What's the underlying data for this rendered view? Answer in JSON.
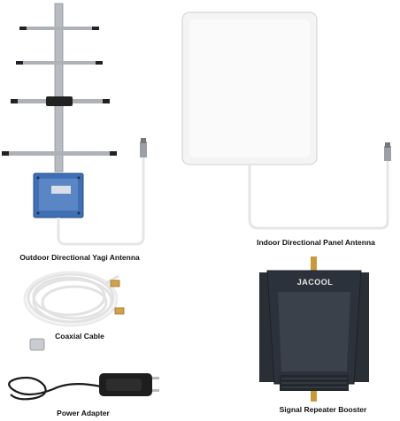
{
  "captions": {
    "yagi": "Outdoor Directional Yagi Antenna",
    "panel": "Indoor Directional Panel Antenna",
    "cable": "Coaxial Cable",
    "booster": "Signal Repeater Booster",
    "adapter": "Power Adapter"
  },
  "brand": "JACOOL",
  "colors": {
    "booster_body": "#2c323b",
    "panel_body": "#f4f4f4",
    "yagi_box": "#3f6fb5",
    "metal": "#a9adb2"
  }
}
